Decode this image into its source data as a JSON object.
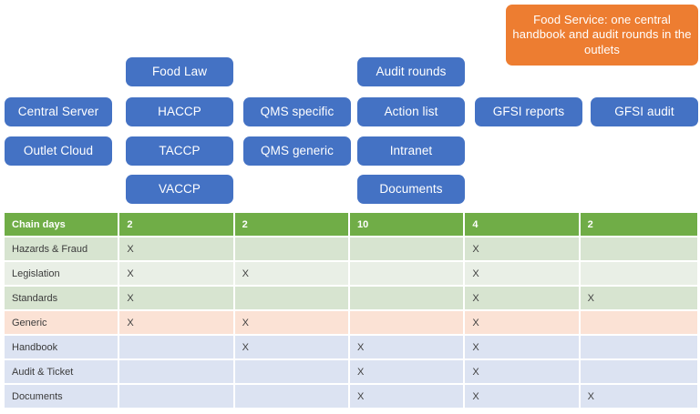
{
  "diagram": {
    "callout": {
      "text": "Food Service: one central handbook and audit rounds in the outlets",
      "color": "#ED7D31"
    },
    "node_color": "#4472C4",
    "columns": [
      {
        "name": "infrastructure",
        "nodes": [
          {
            "label": "Central Server"
          },
          {
            "label": "Outlet Cloud"
          }
        ]
      },
      {
        "name": "food-safety",
        "nodes": [
          {
            "label": "Food Law"
          },
          {
            "label": "HACCP"
          },
          {
            "label": "TACCP"
          },
          {
            "label": "VACCP"
          }
        ]
      },
      {
        "name": "qms",
        "nodes": [
          {
            "label": "QMS specific"
          },
          {
            "label": "QMS generic"
          }
        ]
      },
      {
        "name": "operations",
        "nodes": [
          {
            "label": "Audit rounds"
          },
          {
            "label": "Action list"
          },
          {
            "label": "Intranet"
          },
          {
            "label": "Documents"
          }
        ]
      },
      {
        "name": "gfsi",
        "nodes": [
          {
            "label": "GFSI reports"
          },
          {
            "label": "GFSI audit"
          }
        ]
      }
    ]
  },
  "matrix": {
    "header_color": "#70AD47",
    "headers": [
      "Chain days",
      "2",
      "2",
      "10",
      "4",
      "2"
    ],
    "rows": [
      {
        "label": "Hazards & Fraud",
        "band": "green-dark",
        "cells": [
          "X",
          "",
          "",
          "X",
          ""
        ]
      },
      {
        "label": "Legislation",
        "band": "green-light",
        "cells": [
          "X",
          "X",
          "",
          "X",
          ""
        ]
      },
      {
        "label": "Standards",
        "band": "green-dark",
        "cells": [
          "X",
          "",
          "",
          "X",
          "X"
        ]
      },
      {
        "label": "Generic",
        "band": "peach",
        "cells": [
          "X",
          "X",
          "",
          "X",
          ""
        ]
      },
      {
        "label": "Handbook",
        "band": "blue",
        "cells": [
          "",
          "X",
          "X",
          "X",
          ""
        ]
      },
      {
        "label": "Audit & Ticket",
        "band": "blue",
        "cells": [
          "",
          "",
          "X",
          "X",
          ""
        ]
      },
      {
        "label": "Documents",
        "band": "blue",
        "cells": [
          "",
          "",
          "X",
          "X",
          "X"
        ]
      }
    ],
    "band_colors": {
      "green-dark": "#D7E4D0",
      "green-light": "#E9EFE6",
      "peach": "#FBE2D5",
      "blue": "#DCE3F2"
    }
  }
}
